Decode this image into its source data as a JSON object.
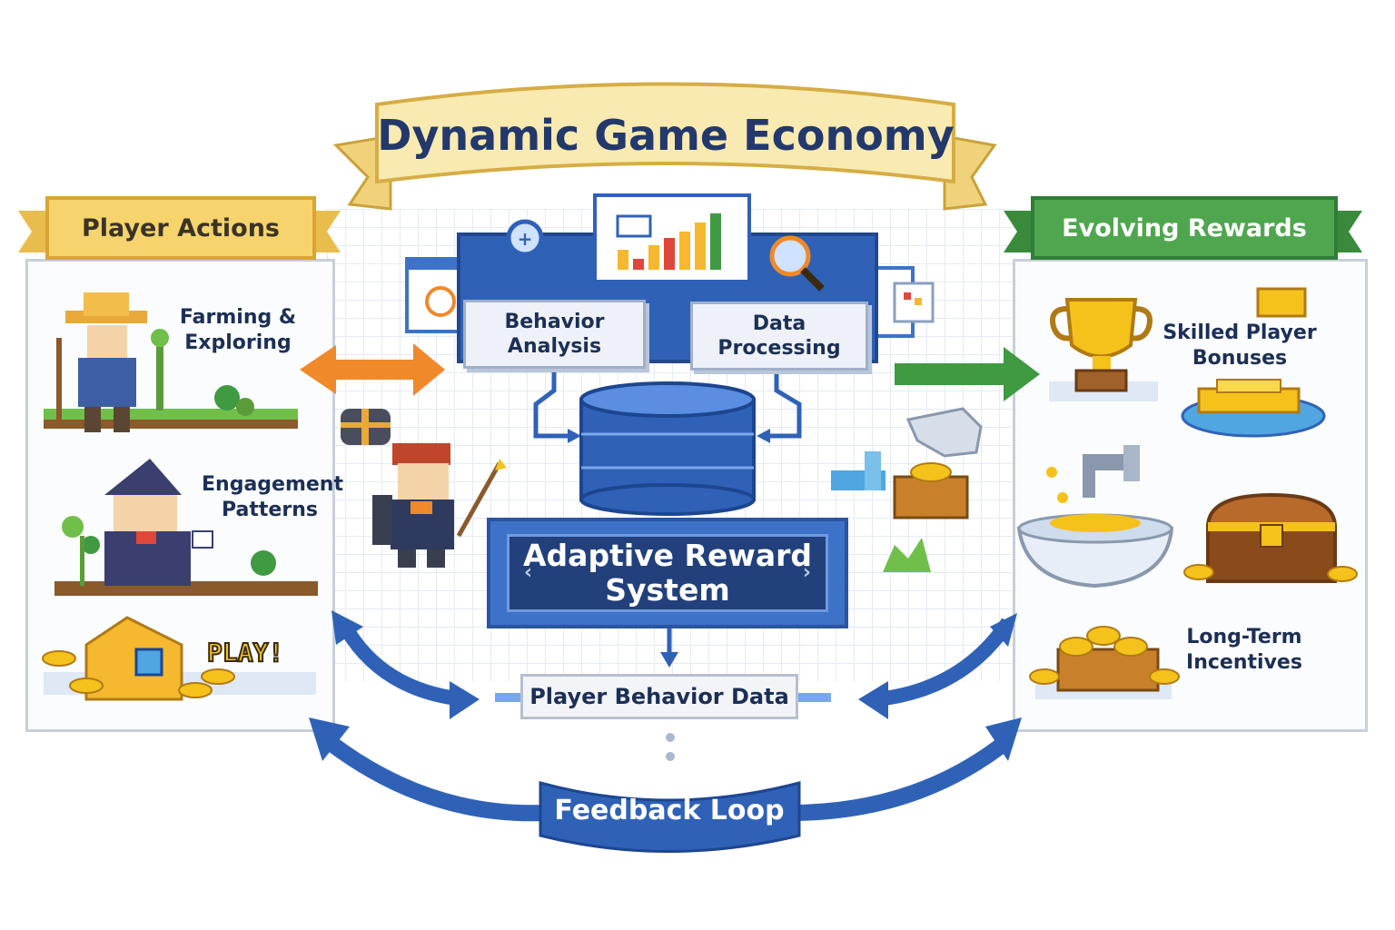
{
  "title": "Dynamic Game Economy",
  "left_panel": {
    "banner": "Player Actions",
    "items": [
      {
        "line1": "Farming &",
        "line2": "Exploring"
      },
      {
        "line1": "Engagement",
        "line2": "Patterns"
      }
    ],
    "play_label": "PLAY!"
  },
  "right_panel": {
    "banner": "Evolving Rewards",
    "items": [
      {
        "line1": "Skilled Player",
        "line2": "Bonuses"
      },
      {
        "line1": "Long-Term",
        "line2": "Incentives"
      }
    ]
  },
  "center": {
    "behavior": {
      "line1": "Behavior",
      "line2": "Analysis"
    },
    "processing": {
      "line1": "Data",
      "line2": "Processing"
    },
    "adaptive": {
      "line1": "Adaptive Reward",
      "line2": "System"
    },
    "player_data": "Player Behavior Data",
    "feedback": "Feedback Loop"
  },
  "colors": {
    "title_banner": "#f7e7a1",
    "left_banner": "#f6d36c",
    "right_banner": "#4fa64e",
    "system_blue": "#3d72c8",
    "arrow_orange": "#f0892a",
    "arrow_green": "#3f9a42",
    "arrow_blue": "#2f62b7"
  }
}
